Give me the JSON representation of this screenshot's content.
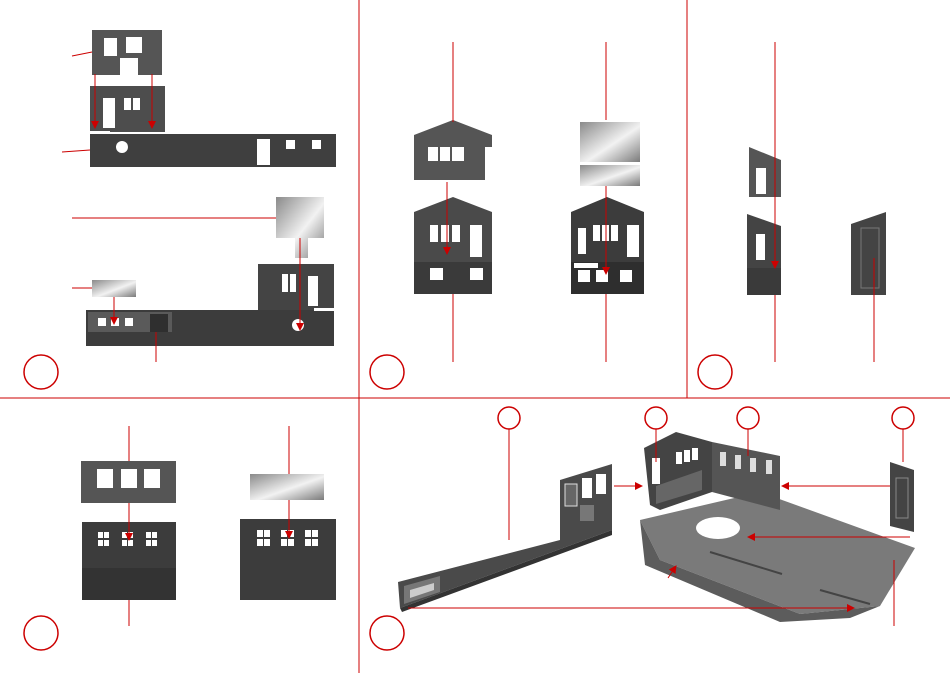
{
  "diagram": {
    "kind": "assembly-instructions",
    "panels": [
      {
        "id": "panel-1",
        "step_label": ""
      },
      {
        "id": "panel-2",
        "step_label": ""
      },
      {
        "id": "panel-3",
        "step_label": ""
      },
      {
        "id": "panel-4",
        "step_label": ""
      },
      {
        "id": "panel-5",
        "step_label": ""
      }
    ],
    "colors": {
      "accent": "#cc0000",
      "part_dark": "#4a4a4a",
      "part_light": "#9a9a9a",
      "window": "#ffffff",
      "background": "#ffffff"
    }
  }
}
